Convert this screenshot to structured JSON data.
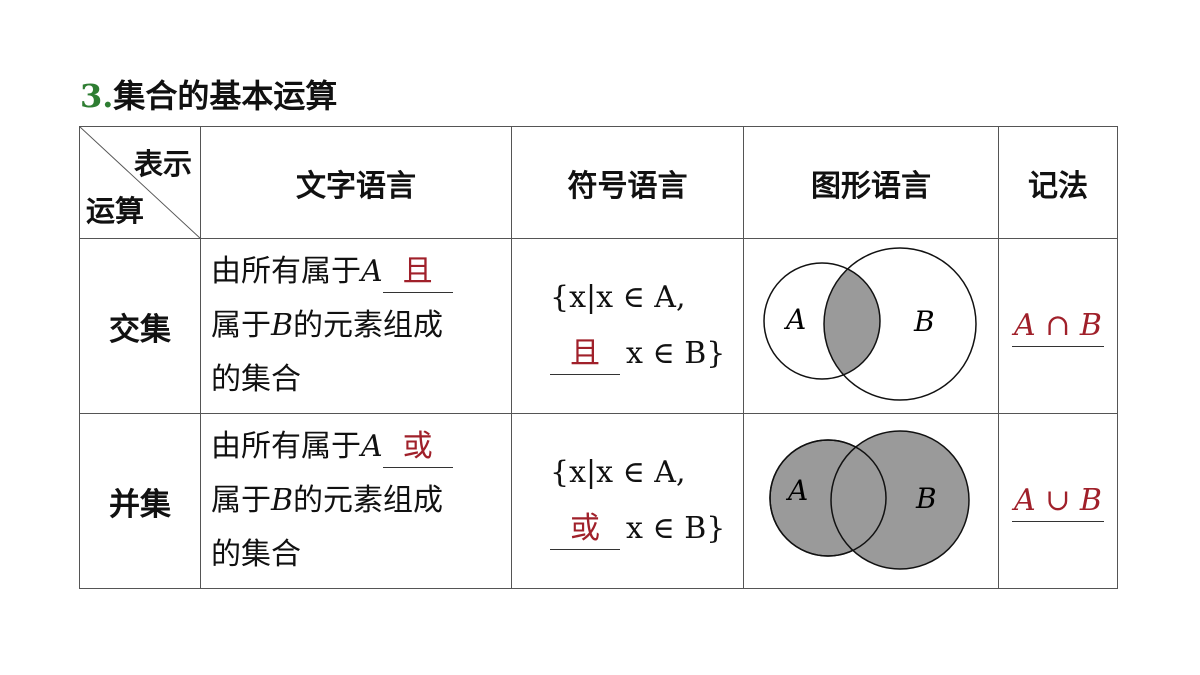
{
  "heading": {
    "number": "3.",
    "title": "集合的基本运算"
  },
  "table": {
    "corner_top": "表示",
    "corner_bottom": "运算",
    "headers": [
      "文字语言",
      "符号语言",
      "图形语言",
      "记法"
    ],
    "rows": [
      {
        "name": "交集",
        "words_pre": "由所有属于",
        "var_a": "A",
        "blank": "且",
        "words_mid": "属于",
        "var_b": "B",
        "words_post": "的元素组成",
        "words_end": "的集合",
        "sym_line1": "{x|x ∈ A,",
        "sym_blank": "且",
        "sym_line2": "x ∈ B}",
        "venn_a": "A",
        "venn_b": "B",
        "notation": "A ∩ B"
      },
      {
        "name": "并集",
        "words_pre": "由所有属于",
        "var_a": "A",
        "blank": "或",
        "words_mid": "属于",
        "var_b": "B",
        "words_post": "的元素组成",
        "words_end": "的集合",
        "sym_line1": "{x|x ∈ A,",
        "sym_blank": "或",
        "sym_line2": "x ∈ B}",
        "venn_a": "A",
        "venn_b": "B",
        "notation": "A ∪ B"
      }
    ]
  },
  "colors": {
    "heading_number": "#2e7d32",
    "answer": "#a0202a",
    "shade": "#9a9a9a"
  }
}
